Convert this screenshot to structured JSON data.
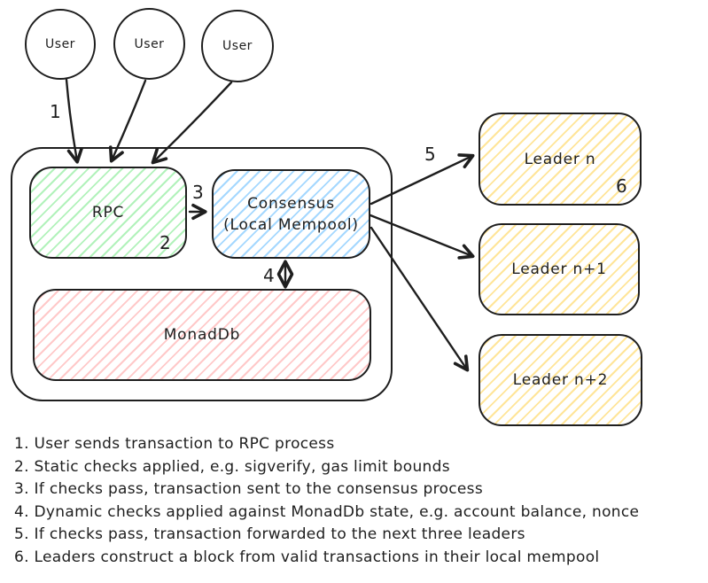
{
  "palette": {
    "stroke": "#1e1e1e",
    "green": "#b2f2bb",
    "blue": "#a5d8ff",
    "red": "#ffc9c9",
    "yellow": "#ffe599",
    "background": "#ffffff"
  },
  "users": {
    "labels": [
      "User",
      "User",
      "User"
    ]
  },
  "nodes": {
    "rpc": "RPC",
    "consensus": "Consensus\n(Local Mempool)",
    "monaddb": "MonadDb",
    "leader_n": "Leader n",
    "leader_n1": "Leader n+1",
    "leader_n2": "Leader n+2"
  },
  "step_markers": {
    "s1": "1",
    "s2": "2",
    "s3": "3",
    "s4": "4",
    "s5": "5",
    "s6": "6"
  },
  "notes": [
    "1. User sends transaction to RPC process",
    "2. Static checks applied, e.g. sigverify, gas limit bounds",
    "3. If checks pass, transaction sent to the consensus process",
    "4. Dynamic checks applied against MonadDb state, e.g. account balance, nonce",
    "5. If checks pass, transaction forwarded to the next three leaders",
    "6. Leaders construct a block from valid transactions in their local mempool"
  ]
}
